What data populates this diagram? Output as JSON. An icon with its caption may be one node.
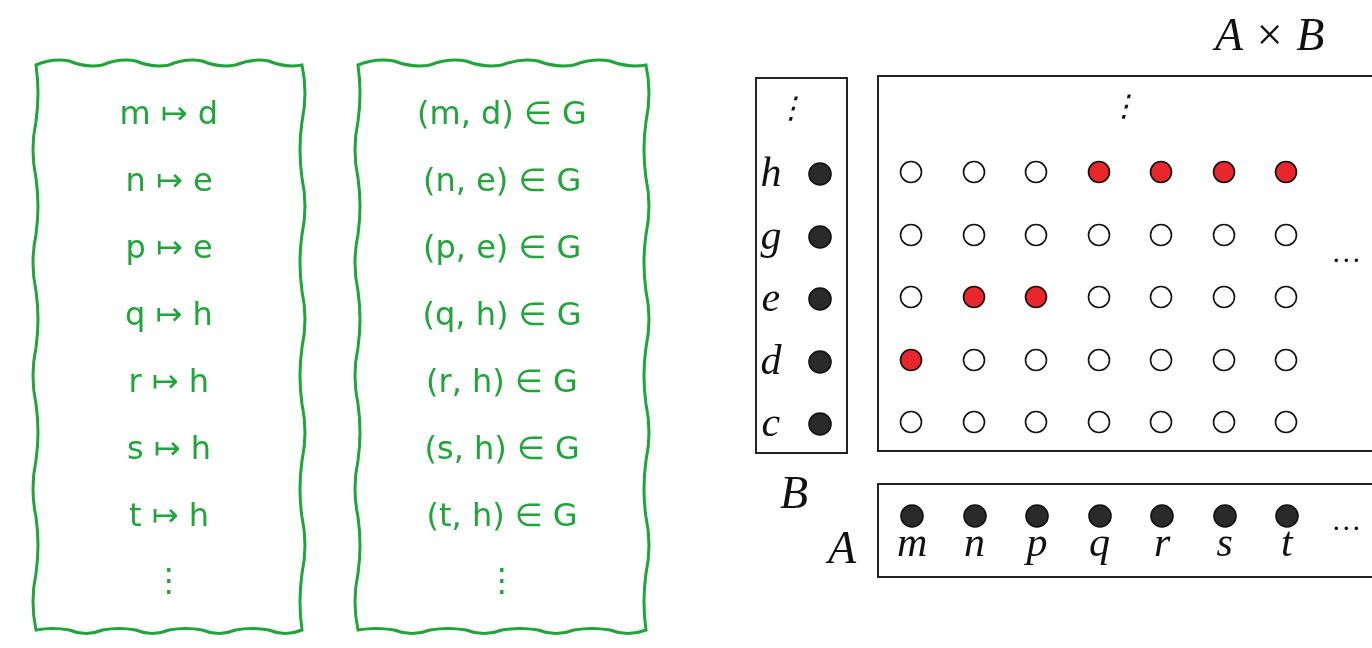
{
  "diagram": {
    "nodes": [
      {
        "text": [
          "m ↦ d",
          "n ↦ e",
          "p ↦ e",
          "q ↦ h",
          "r ↦ h",
          "s ↦ h",
          "t ↦ h",
          "⋮"
        ]
      },
      {
        "text": [
          "(m, d) ∈ G",
          "(n, e) ∈ G",
          "(p, e) ∈ G",
          "(q, h) ∈ G",
          "(r, h) ∈ G",
          "(s, h) ∈ G",
          "(t, h) ∈ G",
          "⋮"
        ]
      },
      {
        "text": [
          "⋮",
          "h",
          "g",
          "e",
          "d",
          "c"
        ],
        "beside": [
          "B"
        ]
      },
      {
        "text": [
          "⋮",
          "…"
        ],
        "beside": [
          "A × B"
        ]
      },
      {
        "text": [
          "m",
          "n",
          "p",
          "q",
          "r",
          "s",
          "t",
          "…"
        ],
        "beside": [
          "A"
        ]
      }
    ]
  }
}
